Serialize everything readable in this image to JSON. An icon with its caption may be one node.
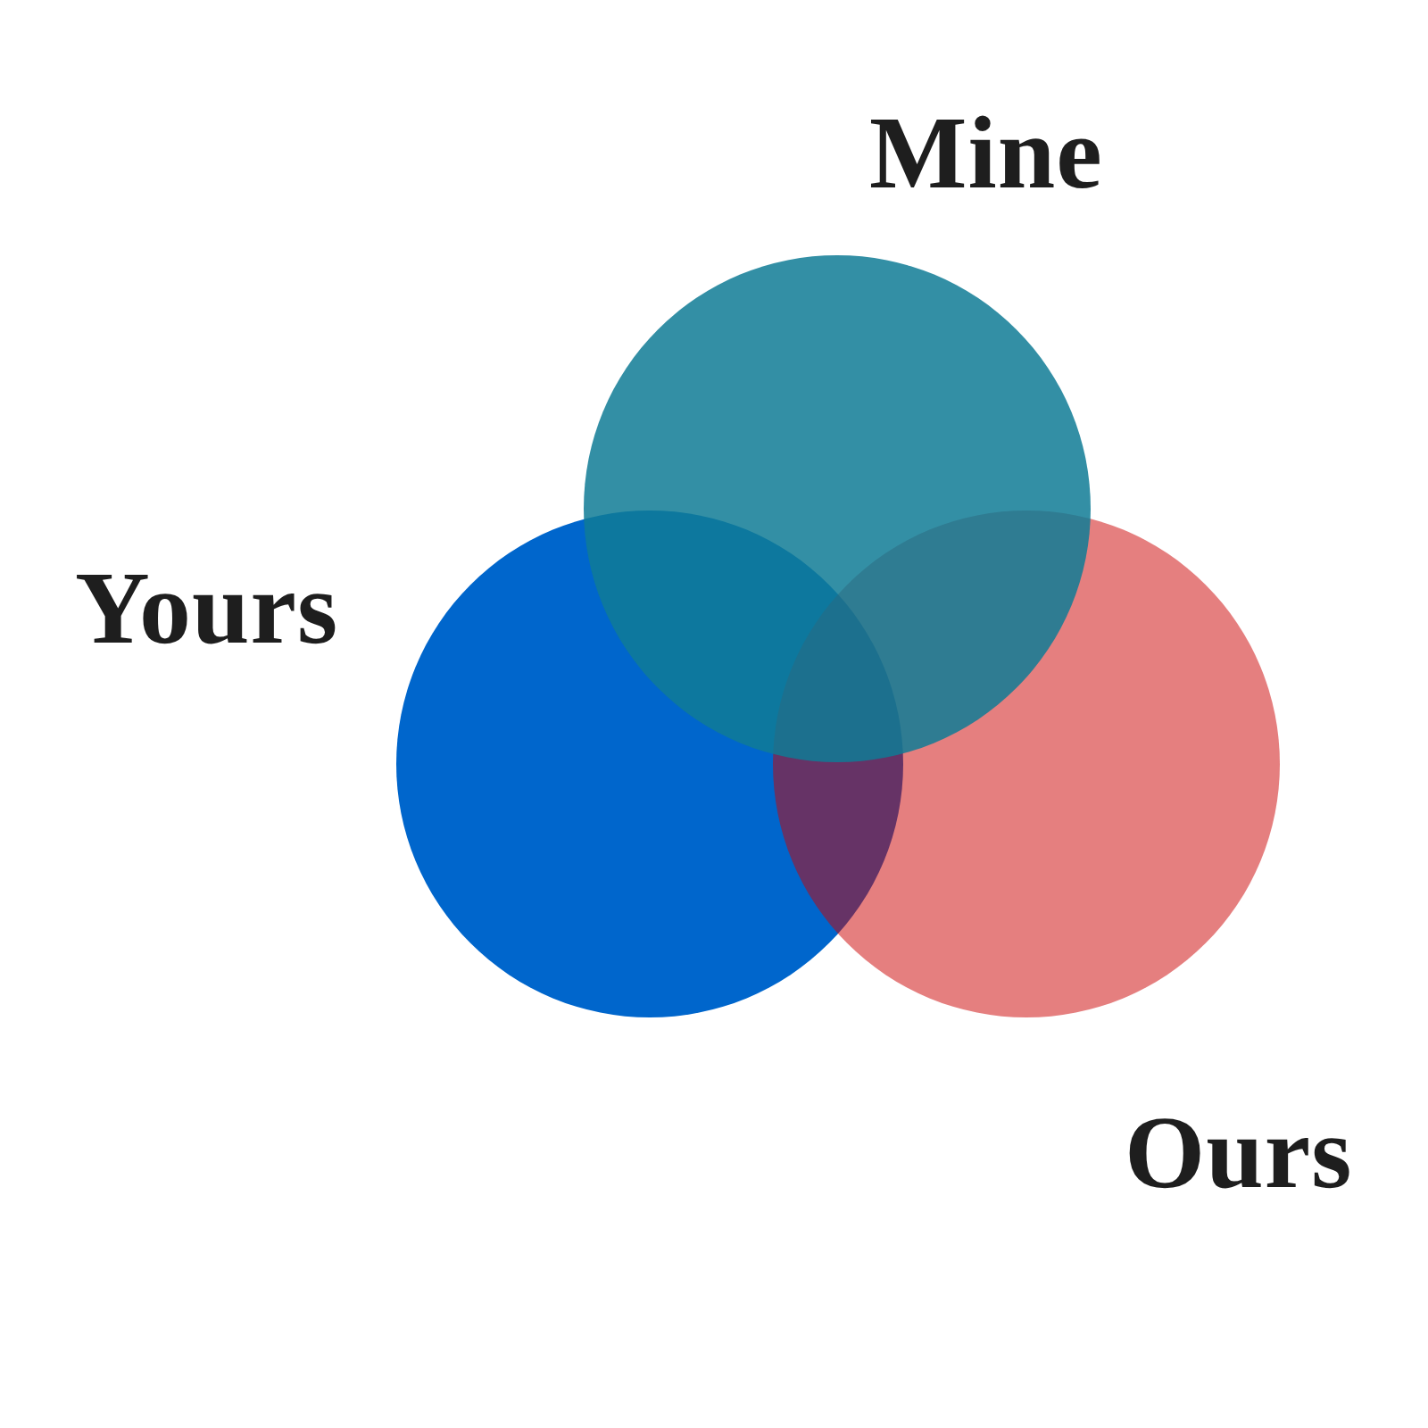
{
  "diagram": {
    "nodes": [
      {
        "text": [
          "Yours"
        ]
      },
      {
        "text": [
          "Ours"
        ]
      },
      {
        "text": [
          "Mine"
        ]
      }
    ]
  }
}
